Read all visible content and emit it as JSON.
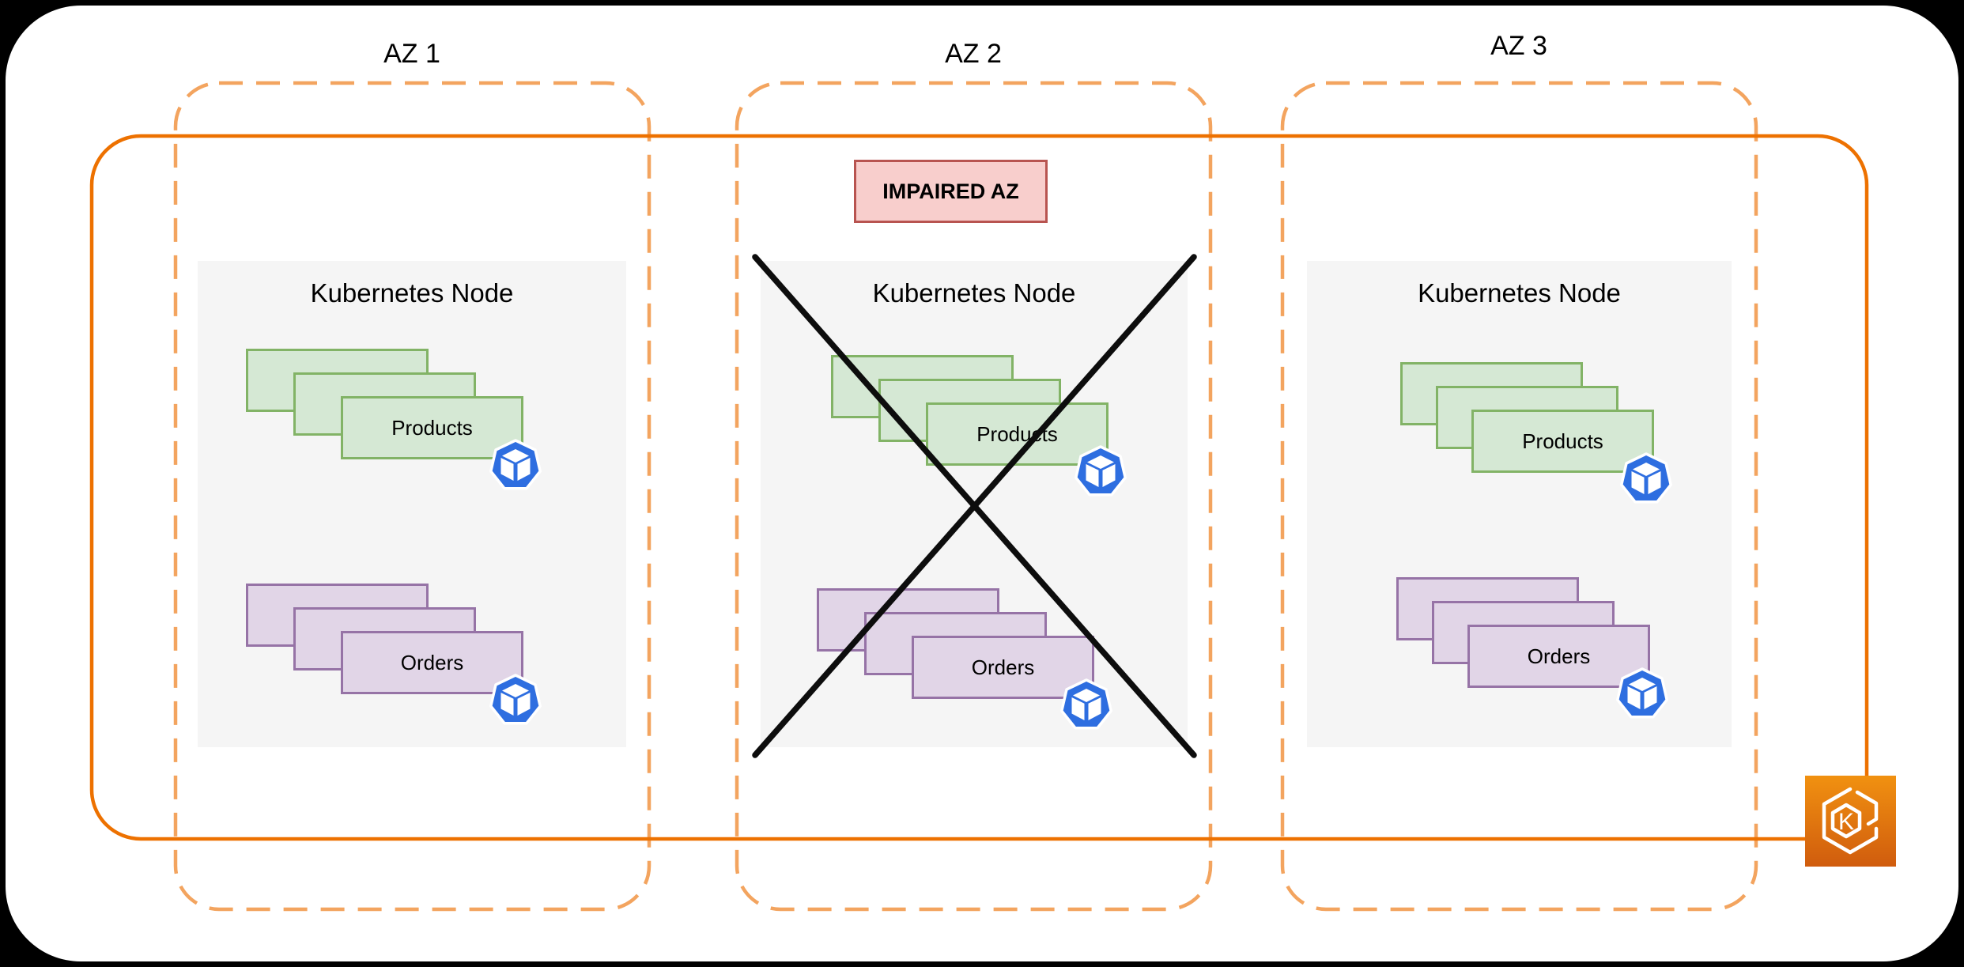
{
  "colors": {
    "cluster_border": "#ED7100",
    "az_border": "#F3A45F",
    "node_fill": "#F5F5F5",
    "products_fill": "#D5E8D4",
    "products_border": "#82B366",
    "orders_fill": "#E1D5E7",
    "orders_border": "#9673A6",
    "impaired_fill": "#F8CECC",
    "impaired_border": "#B85450",
    "pod_blue": "#2E6EE0",
    "failure_cross": "#0D0D0D",
    "eks_gradient_top": "#F19110",
    "eks_gradient_bottom": "#D05C0E"
  },
  "azs": [
    {
      "label": "AZ 1",
      "node_title": "Kubernetes Node",
      "impaired": false,
      "workloads": [
        {
          "name": "Products",
          "replica_count": 3
        },
        {
          "name": "Orders",
          "replica_count": 3
        }
      ]
    },
    {
      "label": "AZ 2",
      "node_title": "Kubernetes Node",
      "impaired": true,
      "badge": "IMPAIRED AZ",
      "workloads": [
        {
          "name": "Products",
          "replica_count": 3
        },
        {
          "name": "Orders",
          "replica_count": 3
        }
      ]
    },
    {
      "label": "AZ 3",
      "node_title": "Kubernetes Node",
      "impaired": false,
      "workloads": [
        {
          "name": "Products",
          "replica_count": 3
        },
        {
          "name": "Orders",
          "replica_count": 3
        }
      ]
    }
  ],
  "icons": {
    "pod": "kubernetes-pod-icon",
    "eks_cluster": "amazon-eks-icon",
    "eks_letter": "K"
  }
}
